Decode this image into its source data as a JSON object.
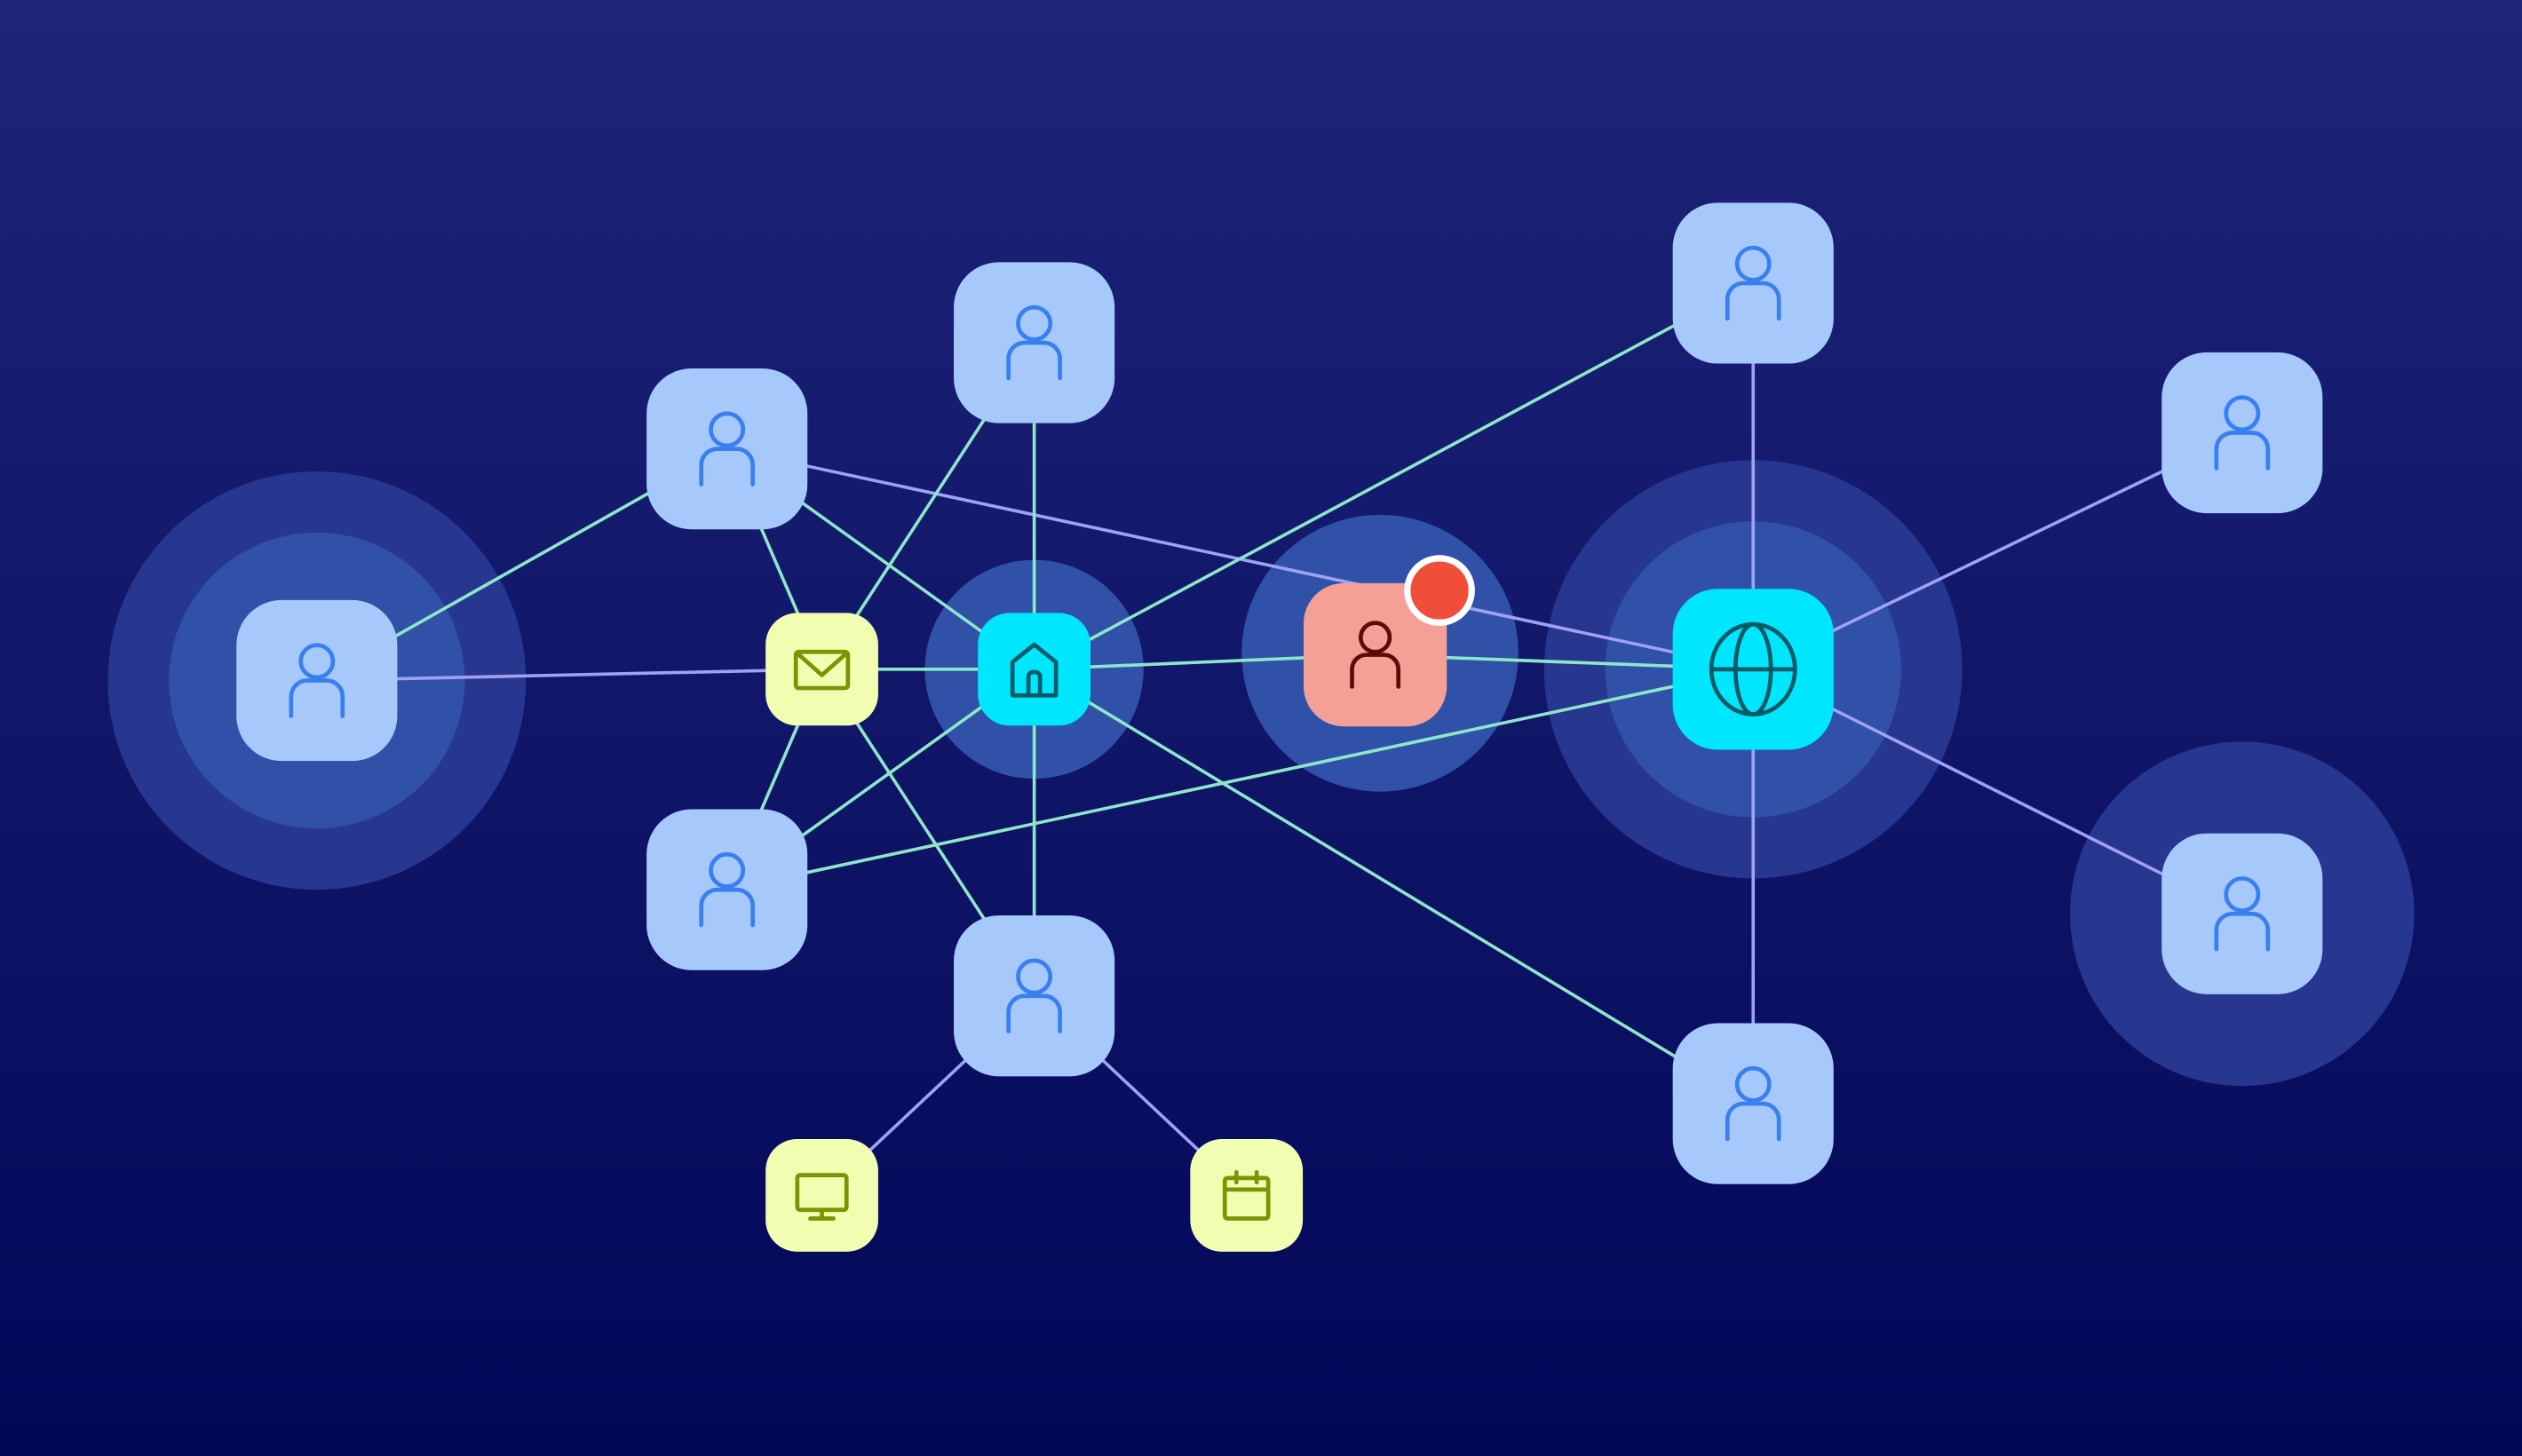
{
  "colors": {
    "background_top": "#1e2478",
    "background_bottom": "#020758",
    "halo_outer": "#27368f",
    "halo_inner": "#3150a8",
    "edge_green": "#8ee6c9",
    "edge_lavender": "#9fa2f2",
    "person_tile": "#a6c8fb",
    "person_icon": "#3a7ff0",
    "hub_tile": "#00e6fe",
    "hub_icon": "#055a66",
    "device_tile": "#f1fdb0",
    "device_icon": "#7d9304",
    "alert_tile": "#f5a096",
    "alert_icon": "#5a0d05",
    "alert_badge": "#f04d3a",
    "alert_badge_border": "#ffffff"
  },
  "nodes": [
    {
      "id": "p1",
      "type": "person",
      "icon": "person-icon",
      "halo": "double"
    },
    {
      "id": "p2",
      "type": "person",
      "icon": "person-icon"
    },
    {
      "id": "p3",
      "type": "person",
      "icon": "person-icon"
    },
    {
      "id": "p4",
      "type": "person",
      "icon": "person-icon"
    },
    {
      "id": "p5",
      "type": "person",
      "icon": "person-icon"
    },
    {
      "id": "p6",
      "type": "person",
      "icon": "person-icon"
    },
    {
      "id": "p7",
      "type": "person",
      "icon": "person-icon"
    },
    {
      "id": "p8",
      "type": "person",
      "icon": "person-icon",
      "halo": "single"
    },
    {
      "id": "p9",
      "type": "person",
      "icon": "person-icon"
    },
    {
      "id": "mail",
      "type": "device",
      "icon": "mail-icon"
    },
    {
      "id": "home",
      "type": "hub",
      "icon": "home-icon",
      "halo": "single"
    },
    {
      "id": "alert",
      "type": "alert",
      "icon": "person-icon",
      "halo": "single",
      "badge": true
    },
    {
      "id": "globe",
      "type": "hub",
      "icon": "globe-icon",
      "halo": "double"
    },
    {
      "id": "monitor",
      "type": "device",
      "icon": "monitor-icon"
    },
    {
      "id": "calendar",
      "type": "device",
      "icon": "calendar-icon"
    }
  ],
  "edges": [
    {
      "from": "p1",
      "to": "p2",
      "color": "green"
    },
    {
      "from": "p1",
      "to": "mail",
      "color": "lavender"
    },
    {
      "from": "p2",
      "to": "mail",
      "color": "green"
    },
    {
      "from": "p2",
      "to": "home",
      "color": "green"
    },
    {
      "from": "p2",
      "to": "globe",
      "color": "lavender"
    },
    {
      "from": "p3",
      "to": "mail",
      "color": "green"
    },
    {
      "from": "p3",
      "to": "home",
      "color": "green"
    },
    {
      "from": "mail",
      "to": "home",
      "color": "green"
    },
    {
      "from": "mail",
      "to": "p4",
      "color": "green"
    },
    {
      "from": "mail",
      "to": "p5",
      "color": "green"
    },
    {
      "from": "home",
      "to": "p4",
      "color": "green"
    },
    {
      "from": "home",
      "to": "p5",
      "color": "green"
    },
    {
      "from": "home",
      "to": "alert",
      "color": "green"
    },
    {
      "from": "home",
      "to": "p6",
      "color": "green"
    },
    {
      "from": "home",
      "to": "p9",
      "color": "green"
    },
    {
      "from": "alert",
      "to": "globe",
      "color": "green"
    },
    {
      "from": "p4",
      "to": "globe",
      "color": "green"
    },
    {
      "from": "p6",
      "to": "globe",
      "color": "lavender"
    },
    {
      "from": "p7",
      "to": "globe",
      "color": "lavender"
    },
    {
      "from": "p8",
      "to": "globe",
      "color": "lavender"
    },
    {
      "from": "p9",
      "to": "globe",
      "color": "lavender"
    },
    {
      "from": "p5",
      "to": "monitor",
      "color": "lavender"
    },
    {
      "from": "p5",
      "to": "calendar",
      "color": "lavender"
    }
  ]
}
